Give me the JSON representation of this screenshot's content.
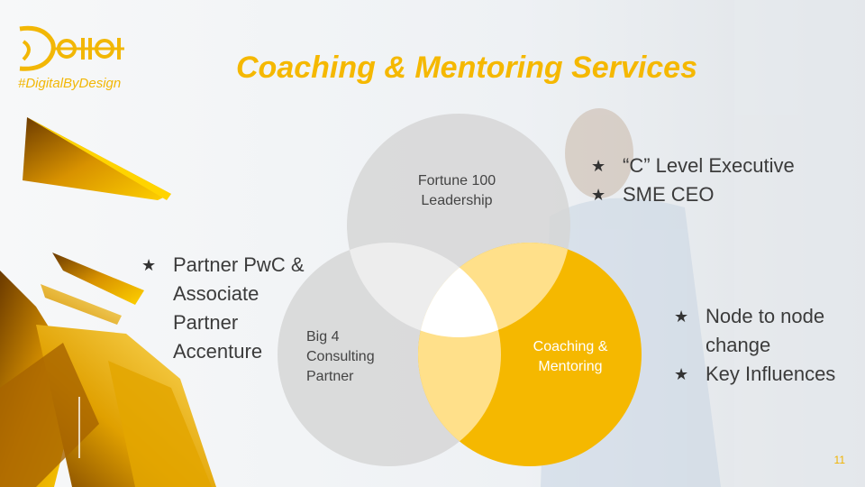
{
  "header": {
    "logo_name": "DoIIoI logo",
    "hashtag": "#DigitalByDesign",
    "title": "Coaching & Mentoring Services"
  },
  "venn": {
    "circles": [
      {
        "id": "fortune",
        "line1": "Fortune 100",
        "line2": "Leadership",
        "color": "#d6d6d6"
      },
      {
        "id": "big4",
        "line1": "Big 4",
        "line2": "Consulting",
        "line3": "Partner",
        "color": "#d6d6d6"
      },
      {
        "id": "coaching",
        "line1": "Coaching &",
        "line2": "Mentoring",
        "color": "#f5b800"
      }
    ]
  },
  "bullets_left": [
    "Partner PwC & Associate Partner Accenture"
  ],
  "bullets_top": [
    "“C” Level Executive",
    "SME CEO"
  ],
  "bullets_right": [
    "Node to node change",
    "Key Influences"
  ],
  "footer": {
    "page_number": "11"
  },
  "colors": {
    "accent": "#f5b800",
    "text": "#3b3b3b",
    "grey_circle": "#d6d6d6"
  }
}
